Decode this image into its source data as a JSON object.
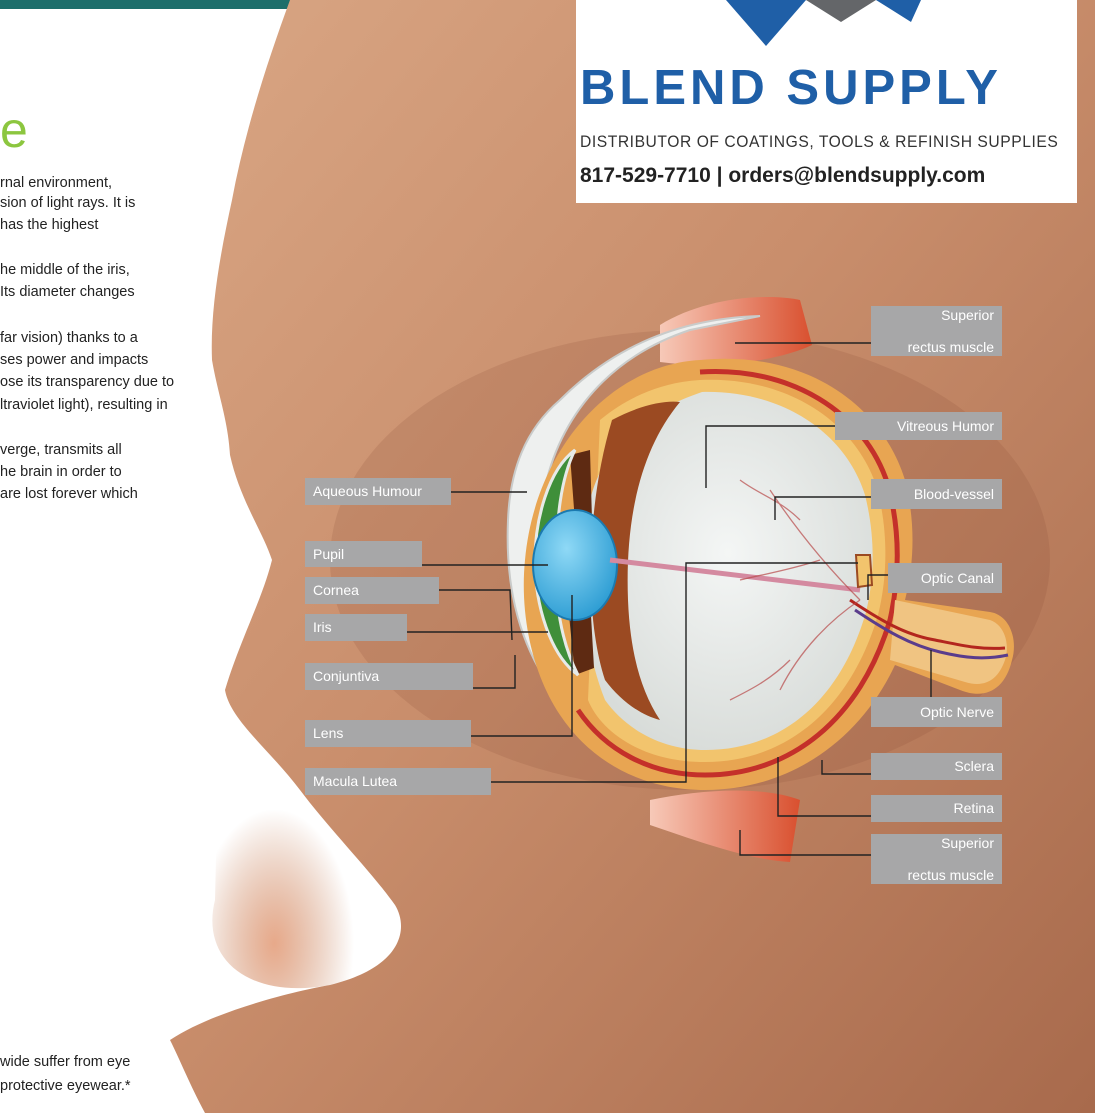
{
  "header": {
    "heading_fragment": "e"
  },
  "paragraphs": [
    "rnal environment,",
    "sion of light rays. It is",
    "has the highest",
    "he middle of the iris,",
    "Its diameter changes",
    "far vision) thanks to a",
    "ses power and impacts",
    "ose its transparency due to",
    "ltraviolet light), resulting in",
    "verge, transmits all",
    "he brain in order to",
    "are lost forever which"
  ],
  "footnote": [
    "wide suffer from eye",
    "protective eyewear.*"
  ],
  "logo": {
    "brand": "BLEND SUPPLY",
    "tagline": "DISTRIBUTOR OF COATINGS, TOOLS & REFINISH SUPPLIES",
    "contact": "817-529-7710 | orders@blendsupply.com",
    "icon": "blend-supply-chevron-logo"
  },
  "labels_left": [
    "Aqueous Humour",
    "Pupil",
    "Cornea",
    "Iris",
    "Conjuntiva",
    "Lens",
    "Macula Lutea"
  ],
  "labels_right": {
    "superior_top_line1": "Superior",
    "superior_top_line2": "rectus muscle",
    "vitreous": "Vitreous Humor",
    "blood_vessel": "Blood-vessel",
    "optic_canal": "Optic Canal",
    "optic_nerve": "Optic Nerve",
    "sclera": "Sclera",
    "retina": "Retina",
    "superior_bottom_line1": "Superior",
    "superior_bottom_line2": "rectus muscle"
  },
  "colors": {
    "skin": "#c98e6c",
    "brand_blue": "#1f5fa7",
    "heading_green": "#8cc63f",
    "label_gray": "#a7a7a8",
    "top_bar": "#1d6e6b"
  }
}
